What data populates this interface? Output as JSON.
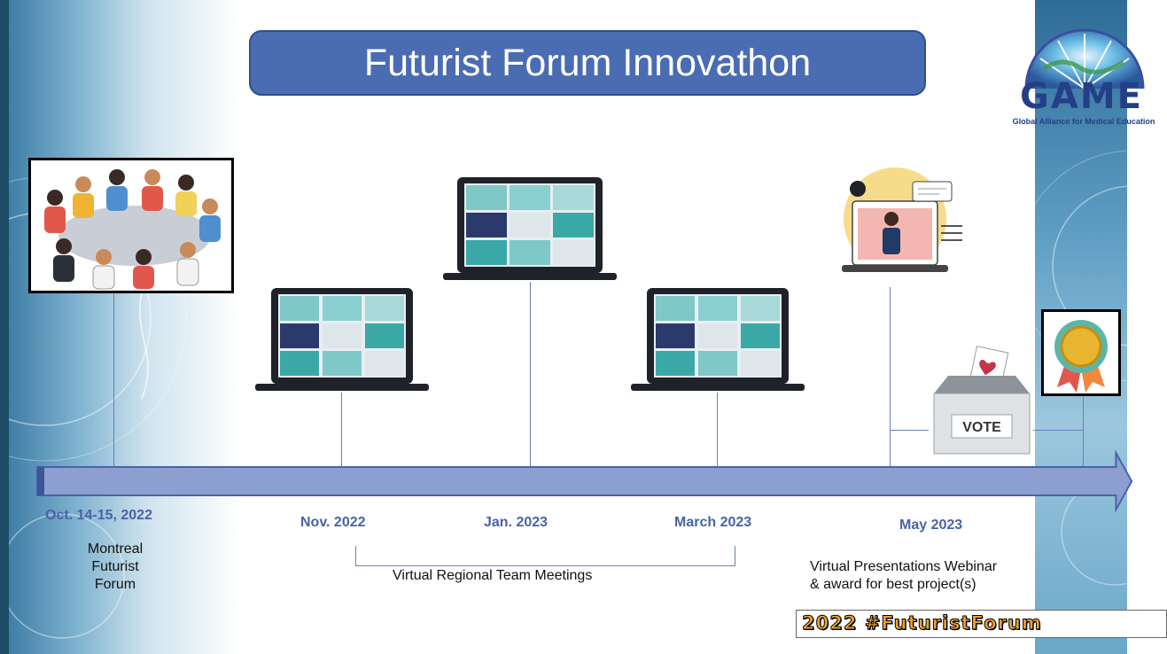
{
  "title": "Futurist Forum Innovathon",
  "logo": {
    "wordmark": "GAME",
    "tagline": "Global Alliance for Medical Education"
  },
  "milestones": [
    {
      "date": "Oct. 14-15, 2022",
      "caption_lines": [
        "Montreal",
        "Futurist",
        "Forum"
      ]
    },
    {
      "date": "Nov. 2022"
    },
    {
      "date": "Jan. 2023"
    },
    {
      "date": "March 2023"
    },
    {
      "date": "May 2023"
    }
  ],
  "bracket_label": "Virtual Regional Team Meetings",
  "webinar_lines": [
    "Virtual Presentations Webinar",
    "& award for best project(s)"
  ],
  "vote_label": "VOTE",
  "hashtag": "2022 #FuturistForum",
  "colors": {
    "title_fill": "#4a6cb3",
    "arrow_fill": "#8c9fd0",
    "date_text": "#4a62a8"
  }
}
